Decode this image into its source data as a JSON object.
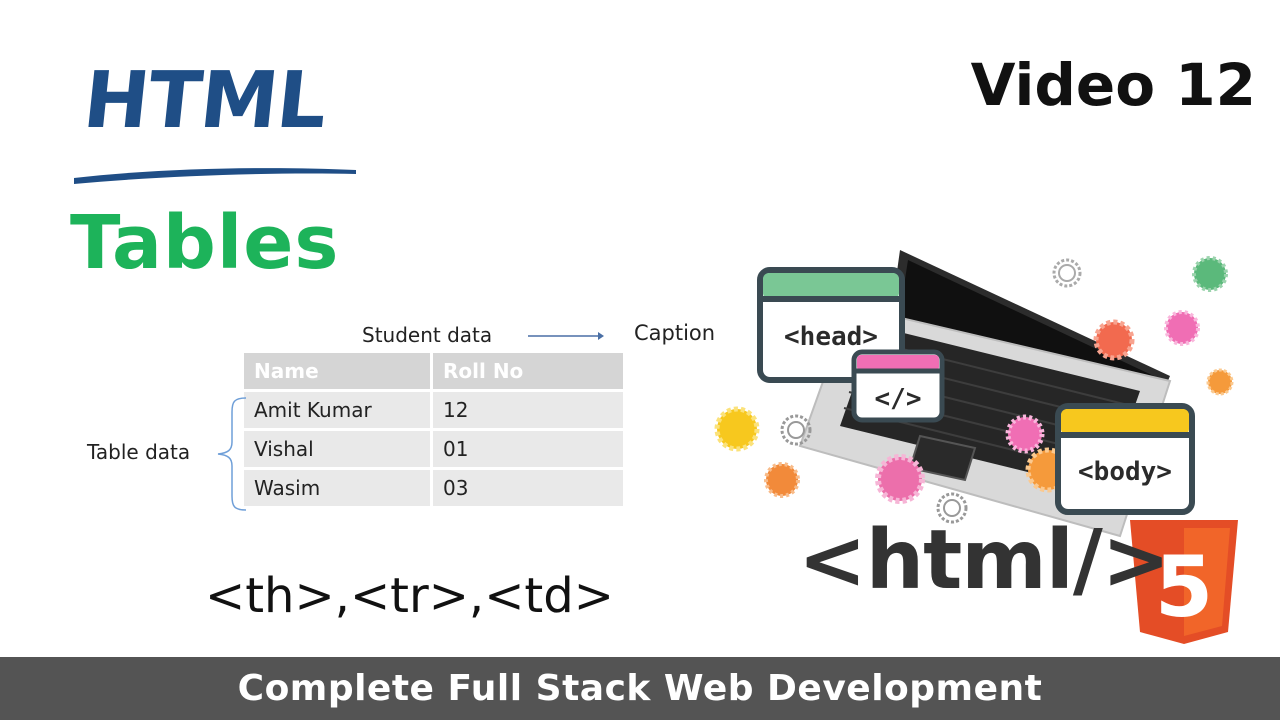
{
  "heading": {
    "html": "HTML",
    "tables": "Tables",
    "video": "Video 12"
  },
  "diagram": {
    "caption_text": "Student data",
    "caption_label": "Caption",
    "table_data_label": "Table data",
    "headers": [
      "Name",
      "Roll No"
    ],
    "rows": [
      [
        "Amit Kumar",
        "12"
      ],
      [
        "Vishal",
        "01"
      ],
      [
        "Wasim",
        "03"
      ]
    ]
  },
  "tags_text": "<th>,<tr>,<td>",
  "illustration": {
    "window_head": "<head>",
    "window_code": "</>",
    "window_body": "<body>",
    "html_tag": "<html/>",
    "html5_digit": "5"
  },
  "footer": {
    "text": "Complete Full Stack Web Development"
  },
  "colors": {
    "html_blue": "#1f4e86",
    "tables_green": "#1db35a",
    "footer_bg": "#545454",
    "html5_orange": "#e44d26"
  }
}
